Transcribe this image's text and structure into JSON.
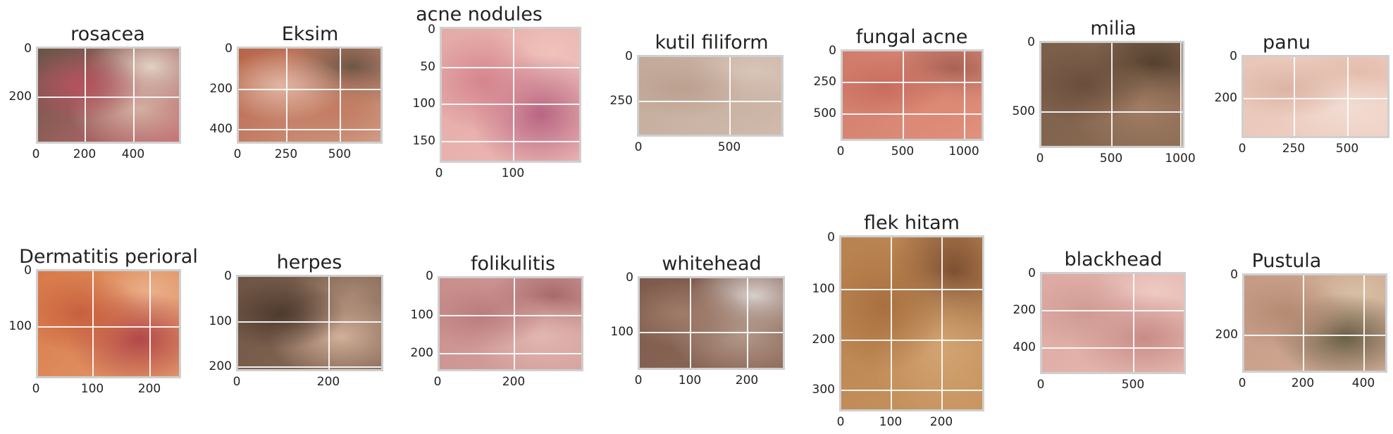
{
  "panels": [
    {
      "title": "rosacea",
      "colors": [
        "#6a5448",
        "#c86c72",
        "#b6525e",
        "#d4b0a2",
        "#e2d2c4"
      ],
      "x_ticks": [
        "0",
        "200",
        "400"
      ],
      "y_ticks": [
        "0",
        "200"
      ]
    },
    {
      "title": "Eksim",
      "colors": [
        "#b86448",
        "#d2a08c",
        "#e0b6a4",
        "#c27c62",
        "#6e5646"
      ],
      "x_ticks": [
        "0",
        "250",
        "500"
      ],
      "y_ticks": [
        "0",
        "200",
        "400"
      ]
    },
    {
      "title": "acne nodules",
      "colors": [
        "#e4aaa6",
        "#eeb8b4",
        "#d4848e",
        "#b86682",
        "#f0c2bc"
      ],
      "x_ticks": [
        "0",
        "100"
      ],
      "y_ticks": [
        "0",
        "50",
        "100",
        "150"
      ]
    },
    {
      "title": "kutil filiform",
      "colors": [
        "#c2aa9a",
        "#d2bcae",
        "#bca090",
        "#cab4a4",
        "#d8c4b8"
      ],
      "x_ticks": [
        "0",
        "500"
      ],
      "y_ticks": [
        "0",
        "250"
      ]
    },
    {
      "title": "fungal acne",
      "colors": [
        "#d07c6c",
        "#e2927e",
        "#c86c5e",
        "#dc8a76",
        "#a86254"
      ],
      "x_ticks": [
        "0",
        "500",
        "1000"
      ],
      "y_ticks": [
        "0",
        "250",
        "500"
      ]
    },
    {
      "title": "milia",
      "colors": [
        "#7a5e4a",
        "#8e6e56",
        "#6a4e3c",
        "#a07c62",
        "#54402e"
      ],
      "x_ticks": [
        "0",
        "500",
        "1000"
      ],
      "y_ticks": [
        "0",
        "500"
      ]
    },
    {
      "title": "panu",
      "colors": [
        "#e8c6b8",
        "#f0d2c6",
        "#dcb4a4",
        "#f2dcd2",
        "#e4bcac"
      ],
      "x_ticks": [
        "0",
        "250",
        "500"
      ],
      "y_ticks": [
        "0",
        "200"
      ]
    },
    {
      "title": "Dermatitis perioral",
      "colors": [
        "#d87a4a",
        "#e49a6a",
        "#c8603e",
        "#b2484a",
        "#eab08a"
      ],
      "x_ticks": [
        "0",
        "100",
        "200"
      ],
      "y_ticks": [
        "0",
        "100"
      ]
    },
    {
      "title": "herpes",
      "colors": [
        "#6e5444",
        "#8a6c58",
        "#4e3a2e",
        "#d2b09a",
        "#a88874"
      ],
      "x_ticks": [
        "0",
        "200"
      ],
      "y_ticks": [
        "0",
        "100",
        "200"
      ]
    },
    {
      "title": "folikulitis",
      "colors": [
        "#c88e8c",
        "#d6a4a0",
        "#ba7c7c",
        "#e2b6b0",
        "#a86a6c"
      ],
      "x_ticks": [
        "0",
        "200"
      ],
      "y_ticks": [
        "0",
        "100",
        "200"
      ]
    },
    {
      "title": "whitehead",
      "colors": [
        "#7e5a4c",
        "#8e6a5a",
        "#a07c6a",
        "#b2988a",
        "#d8d0cc"
      ],
      "x_ticks": [
        "0",
        "100",
        "200"
      ],
      "y_ticks": [
        "0",
        "100"
      ]
    },
    {
      "title": "flek hitam",
      "colors": [
        "#b88250",
        "#c8945e",
        "#a8703e",
        "#d2a472",
        "#7e5032"
      ],
      "x_ticks": [
        "0",
        "100",
        "200"
      ],
      "y_ticks": [
        "0",
        "100",
        "200",
        "300"
      ]
    },
    {
      "title": "blackhead",
      "colors": [
        "#dcaaa2",
        "#e6bab2",
        "#d09a94",
        "#c88c86",
        "#eecac4"
      ],
      "x_ticks": [
        "0",
        "500"
      ],
      "y_ticks": [
        "0",
        "200",
        "400"
      ]
    },
    {
      "title": "Pustula",
      "colors": [
        "#c49a84",
        "#d4ae98",
        "#b48a72",
        "#6a6048",
        "#d8c0a4"
      ],
      "x_ticks": [
        "0",
        "200",
        "400"
      ],
      "y_ticks": [
        "0",
        "200"
      ]
    }
  ]
}
